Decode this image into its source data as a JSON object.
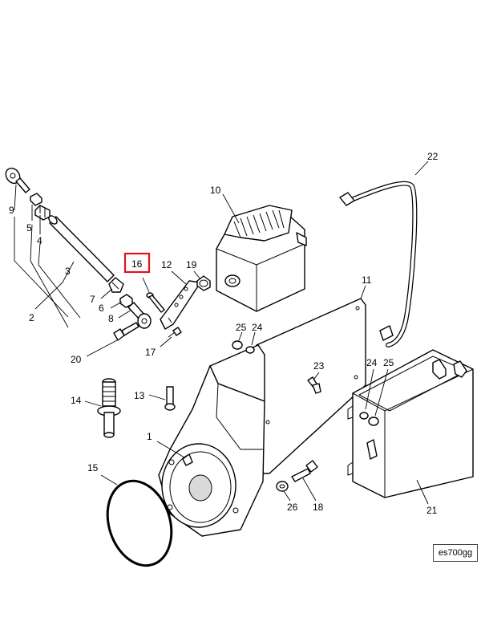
{
  "diagram_ref": "es700gg",
  "highlight_color": "#e0141e",
  "callouts": [
    {
      "id": "c1",
      "label": "1",
      "highlighted": false
    },
    {
      "id": "c2",
      "label": "2",
      "highlighted": false
    },
    {
      "id": "c3",
      "label": "3",
      "highlighted": false
    },
    {
      "id": "c4",
      "label": "4",
      "highlighted": false
    },
    {
      "id": "c5",
      "label": "5",
      "highlighted": false
    },
    {
      "id": "c6",
      "label": "6",
      "highlighted": false
    },
    {
      "id": "c7",
      "label": "7",
      "highlighted": false
    },
    {
      "id": "c8",
      "label": "8",
      "highlighted": false
    },
    {
      "id": "c9",
      "label": "9",
      "highlighted": false
    },
    {
      "id": "c10",
      "label": "10",
      "highlighted": false
    },
    {
      "id": "c11",
      "label": "11",
      "highlighted": false
    },
    {
      "id": "c12",
      "label": "12",
      "highlighted": false
    },
    {
      "id": "c13",
      "label": "13",
      "highlighted": false
    },
    {
      "id": "c14",
      "label": "14",
      "highlighted": false
    },
    {
      "id": "c15",
      "label": "15",
      "highlighted": false
    },
    {
      "id": "c16",
      "label": "16",
      "highlighted": true
    },
    {
      "id": "c17",
      "label": "17",
      "highlighted": false
    },
    {
      "id": "c18",
      "label": "18",
      "highlighted": false
    },
    {
      "id": "c19",
      "label": "19",
      "highlighted": false
    },
    {
      "id": "c20",
      "label": "20",
      "highlighted": false
    },
    {
      "id": "c21",
      "label": "21",
      "highlighted": false
    },
    {
      "id": "c22",
      "label": "22",
      "highlighted": false
    },
    {
      "id": "c23",
      "label": "23",
      "highlighted": false
    },
    {
      "id": "c24a",
      "label": "24",
      "highlighted": false
    },
    {
      "id": "c24b",
      "label": "24",
      "highlighted": false
    },
    {
      "id": "c25a",
      "label": "25",
      "highlighted": false
    },
    {
      "id": "c25b",
      "label": "25",
      "highlighted": false
    },
    {
      "id": "c26",
      "label": "26",
      "highlighted": false
    }
  ]
}
